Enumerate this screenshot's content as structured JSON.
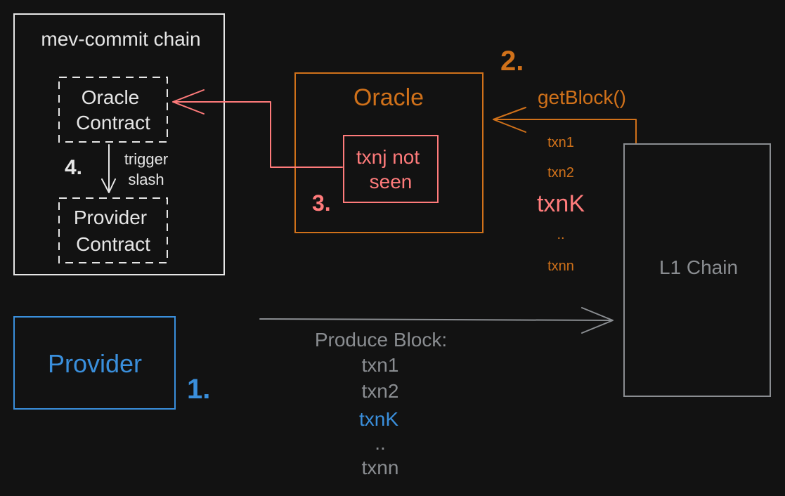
{
  "colors": {
    "background": "#121212",
    "white": "#e6e6e6",
    "orange": "#d0711a",
    "salmon": "#ff7b7b",
    "blue": "#3a8fdc",
    "gray": "#8a8d91"
  },
  "chain": {
    "title": "mev-commit chain",
    "oracle_contract": [
      "Oracle",
      "Contract"
    ],
    "provider_contract": [
      "Provider",
      "Contract"
    ],
    "trigger": [
      "trigger",
      "slash"
    ],
    "step": "4."
  },
  "oracle": {
    "title": "Oracle",
    "inner": [
      "txnj not",
      "seen"
    ],
    "inner_step": "3.",
    "get_block": "getBlock()",
    "step": "2.",
    "txns": [
      "txn1",
      "txn2",
      "txnK",
      "..",
      "txnn"
    ]
  },
  "l1": {
    "title": "L1 Chain"
  },
  "provider": {
    "title": "Provider",
    "step": "1.",
    "produce_label": "Produce Block:",
    "txns": [
      "txn1",
      "txn2",
      "txnK",
      "..",
      "txnn"
    ]
  }
}
